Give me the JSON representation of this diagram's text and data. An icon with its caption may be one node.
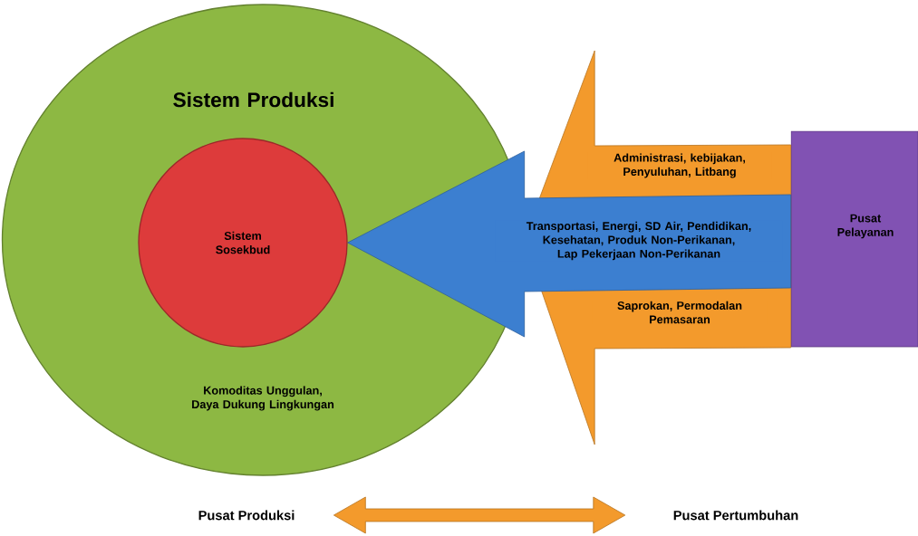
{
  "diagram": {
    "nodes": [
      {
        "text": [
          "Sistem Produksi",
          "Komoditas Unggulan, Daya Dukung Lingkungan"
        ]
      },
      {
        "text": [
          "Sistem Sosekbud"
        ],
        "in": 0
      },
      {
        "text": [
          "Pusat Pelayanan"
        ]
      },
      {
        "text": [
          "Pusat Produksi"
        ]
      },
      {
        "text": [
          "Pusat Pertumbuhan"
        ]
      }
    ],
    "edges": [
      {
        "from": 2,
        "to": 0,
        "arrow": "to",
        "color": "#f39a2c"
      },
      {
        "from": 2,
        "to": 1,
        "arrow": "to",
        "label": "Transportasi, Energi, SD Air, Pendidikan, Kesehatan, Produk Non-Perikanan, Lap Pekerjaan Non-Perikanan",
        "color": "#3c7fd0"
      },
      {
        "from": 3,
        "to": 4,
        "arrow": "both",
        "color": "#f39a2c"
      }
    ],
    "labels": [
      "Administrasi, kebijakan, Penyuluhan, Litbang",
      "Saprokan, Permodalan Pemasaran"
    ]
  }
}
